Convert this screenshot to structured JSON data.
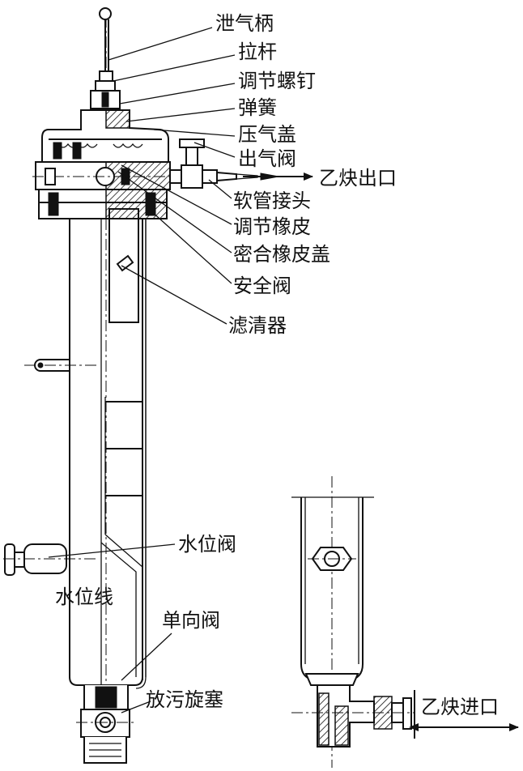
{
  "labels": {
    "vent_handle": "泄气柄",
    "pull_rod": "拉杆",
    "adjust_screw": "调节螺钉",
    "spring": "弹簧",
    "press_cover": "压气盖",
    "outlet_valve": "出气阀",
    "acetylene_outlet": "乙炔出口",
    "hose_joint": "软管接头",
    "adjust_rubber": "调节橡皮",
    "seal_rubber_cover": "密合橡皮盖",
    "safety_valve": "安全阀",
    "filter": "滤清器",
    "water_level_valve": "水位阀",
    "water_level_line": "水位线",
    "check_valve": "单向阀",
    "drain_plug": "放污旋塞",
    "acetylene_inlet": "乙炔进口"
  }
}
